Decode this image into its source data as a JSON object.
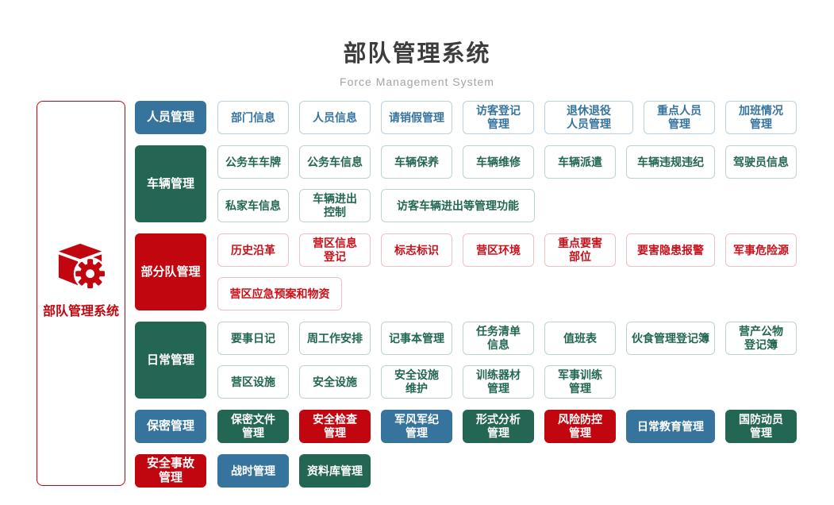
{
  "header": {
    "title": "部队管理系统",
    "subtitle": "Force Management System"
  },
  "sidebar": {
    "label": "部队管理系统",
    "icon": "cube-gear-icon"
  },
  "palette": {
    "blue": "#36749e",
    "green": "#226653",
    "red": "#c2060f",
    "blue_border": "#b9d1e1",
    "green_border": "#bdd4ca",
    "red_border": "#efc0c4"
  },
  "rows": [
    {
      "category": {
        "label": "人员管理",
        "color": "blue"
      },
      "subrows": [
        [
          {
            "label": "部门信息",
            "color": "blue",
            "variant": "outline",
            "size": "md"
          },
          {
            "label": "人员信息",
            "color": "blue",
            "variant": "outline",
            "size": "md"
          },
          {
            "label": "请销假管理",
            "color": "blue",
            "variant": "outline",
            "size": "md"
          },
          {
            "label": "访客登记\n管理",
            "color": "blue",
            "variant": "outline",
            "size": "md"
          },
          {
            "label": "退休退役\n人员管理",
            "color": "blue",
            "variant": "outline",
            "size": "lg"
          },
          {
            "label": "重点人员\n管理",
            "color": "blue",
            "variant": "outline",
            "size": "md"
          },
          {
            "label": "加班情况\n管理",
            "color": "blue",
            "variant": "outline",
            "size": "md"
          }
        ]
      ]
    },
    {
      "category": {
        "label": "车辆管理",
        "color": "green"
      },
      "subrows": [
        [
          {
            "label": "公务车车牌",
            "color": "green",
            "variant": "outline",
            "size": "md"
          },
          {
            "label": "公务车信息",
            "color": "green",
            "variant": "outline",
            "size": "md"
          },
          {
            "label": "车辆保养",
            "color": "green",
            "variant": "outline",
            "size": "md"
          },
          {
            "label": "车辆维修",
            "color": "green",
            "variant": "outline",
            "size": "md"
          },
          {
            "label": "车辆派遣",
            "color": "green",
            "variant": "outline",
            "size": "md"
          },
          {
            "label": "车辆违规违纪",
            "color": "green",
            "variant": "outline",
            "size": "lg"
          },
          {
            "label": "驾驶员信息",
            "color": "green",
            "variant": "outline",
            "size": "md"
          }
        ],
        [
          {
            "label": "私家车信息",
            "color": "green",
            "variant": "outline",
            "size": "md"
          },
          {
            "label": "车辆进出\n控制",
            "color": "green",
            "variant": "outline",
            "size": "md"
          },
          {
            "label": "访客车辆进出等管理功能",
            "color": "green",
            "variant": "outline",
            "size": "xxl"
          }
        ]
      ]
    },
    {
      "category": {
        "label": "部分队管理",
        "color": "red"
      },
      "subrows": [
        [
          {
            "label": "历史沿革",
            "color": "red",
            "variant": "outline",
            "size": "md"
          },
          {
            "label": "营区信息\n登记",
            "color": "red",
            "variant": "outline",
            "size": "md"
          },
          {
            "label": "标志标识",
            "color": "red",
            "variant": "outline",
            "size": "md"
          },
          {
            "label": "营区环境",
            "color": "red",
            "variant": "outline",
            "size": "md"
          },
          {
            "label": "重点要害\n部位",
            "color": "red",
            "variant": "outline",
            "size": "md"
          },
          {
            "label": "要害隐患报警",
            "color": "red",
            "variant": "outline",
            "size": "lg"
          },
          {
            "label": "军事危险源",
            "color": "red",
            "variant": "outline",
            "size": "md"
          }
        ],
        [
          {
            "label": "营区应急预案和物资",
            "color": "red",
            "variant": "outline",
            "size": "xl"
          }
        ]
      ]
    },
    {
      "category": {
        "label": "日常管理",
        "color": "green"
      },
      "subrows": [
        [
          {
            "label": "要事日记",
            "color": "green",
            "variant": "outline",
            "size": "md"
          },
          {
            "label": "周工作安排",
            "color": "green",
            "variant": "outline",
            "size": "md"
          },
          {
            "label": "记事本管理",
            "color": "green",
            "variant": "outline",
            "size": "md"
          },
          {
            "label": "任务清单\n信息",
            "color": "green",
            "variant": "outline",
            "size": "md"
          },
          {
            "label": "值班表",
            "color": "green",
            "variant": "outline",
            "size": "md"
          },
          {
            "label": "伙食管理登记簿",
            "color": "green",
            "variant": "outline",
            "size": "lg"
          },
          {
            "label": "营产公物\n登记簿",
            "color": "green",
            "variant": "outline",
            "size": "md"
          }
        ],
        [
          {
            "label": "营区设施",
            "color": "green",
            "variant": "outline",
            "size": "md"
          },
          {
            "label": "安全设施",
            "color": "green",
            "variant": "outline",
            "size": "md"
          },
          {
            "label": "安全设施\n维护",
            "color": "green",
            "variant": "outline",
            "size": "md"
          },
          {
            "label": "训练器材\n管理",
            "color": "green",
            "variant": "outline",
            "size": "md"
          },
          {
            "label": "军事训练\n管理",
            "color": "green",
            "variant": "outline",
            "size": "md"
          }
        ]
      ]
    },
    {
      "category": {
        "label": "保密管理",
        "color": "blue"
      },
      "subrows": [
        [
          {
            "label": "保密文件\n管理",
            "color": "green",
            "variant": "filled",
            "size": "md"
          },
          {
            "label": "安全检查\n管理",
            "color": "red",
            "variant": "filled",
            "size": "md"
          },
          {
            "label": "军风军纪\n管理",
            "color": "blue",
            "variant": "filled",
            "size": "md"
          },
          {
            "label": "形式分析\n管理",
            "color": "green",
            "variant": "filled",
            "size": "md"
          },
          {
            "label": "风险防控\n管理",
            "color": "red",
            "variant": "filled",
            "size": "md"
          },
          {
            "label": "日常教育管理",
            "color": "blue",
            "variant": "filled",
            "size": "lg"
          },
          {
            "label": "国防动员\n管理",
            "color": "green",
            "variant": "filled",
            "size": "md"
          }
        ]
      ]
    },
    {
      "category": {
        "label": "安全事故\n管理",
        "color": "red"
      },
      "subrows": [
        [
          {
            "label": "战时管理",
            "color": "blue",
            "variant": "filled",
            "size": "md"
          },
          {
            "label": "资料库管理",
            "color": "green",
            "variant": "filled",
            "size": "md"
          }
        ]
      ]
    }
  ]
}
